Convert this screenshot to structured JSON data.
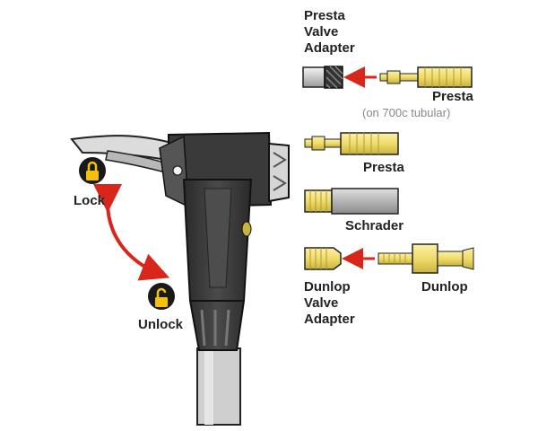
{
  "labels": {
    "presta_adapter_l1": "Presta",
    "presta_adapter_l2": "Valve",
    "presta_adapter_l3": "Adapter",
    "presta_tubular": "Presta",
    "presta_tubular_note": "(on 700c tubular)",
    "presta": "Presta",
    "schrader": "Schrader",
    "dunlop_adapter_l1": "Dunlop",
    "dunlop_adapter_l2": "Valve",
    "dunlop_adapter_l3": "Adapter",
    "dunlop": "Dunlop",
    "lock": "Lock",
    "unlock": "Unlock"
  },
  "colors": {
    "pump_body": "#3a3a3a",
    "pump_dark": "#222222",
    "valve_yellow": "#f0dc6a",
    "arrow_red": "#d9261c",
    "lock_badge": "#1a1a1a",
    "lock_yellow": "#f4c20d",
    "hose_gray": "#c8c8c8"
  },
  "icons": [
    "lock-icon",
    "unlock-icon"
  ]
}
